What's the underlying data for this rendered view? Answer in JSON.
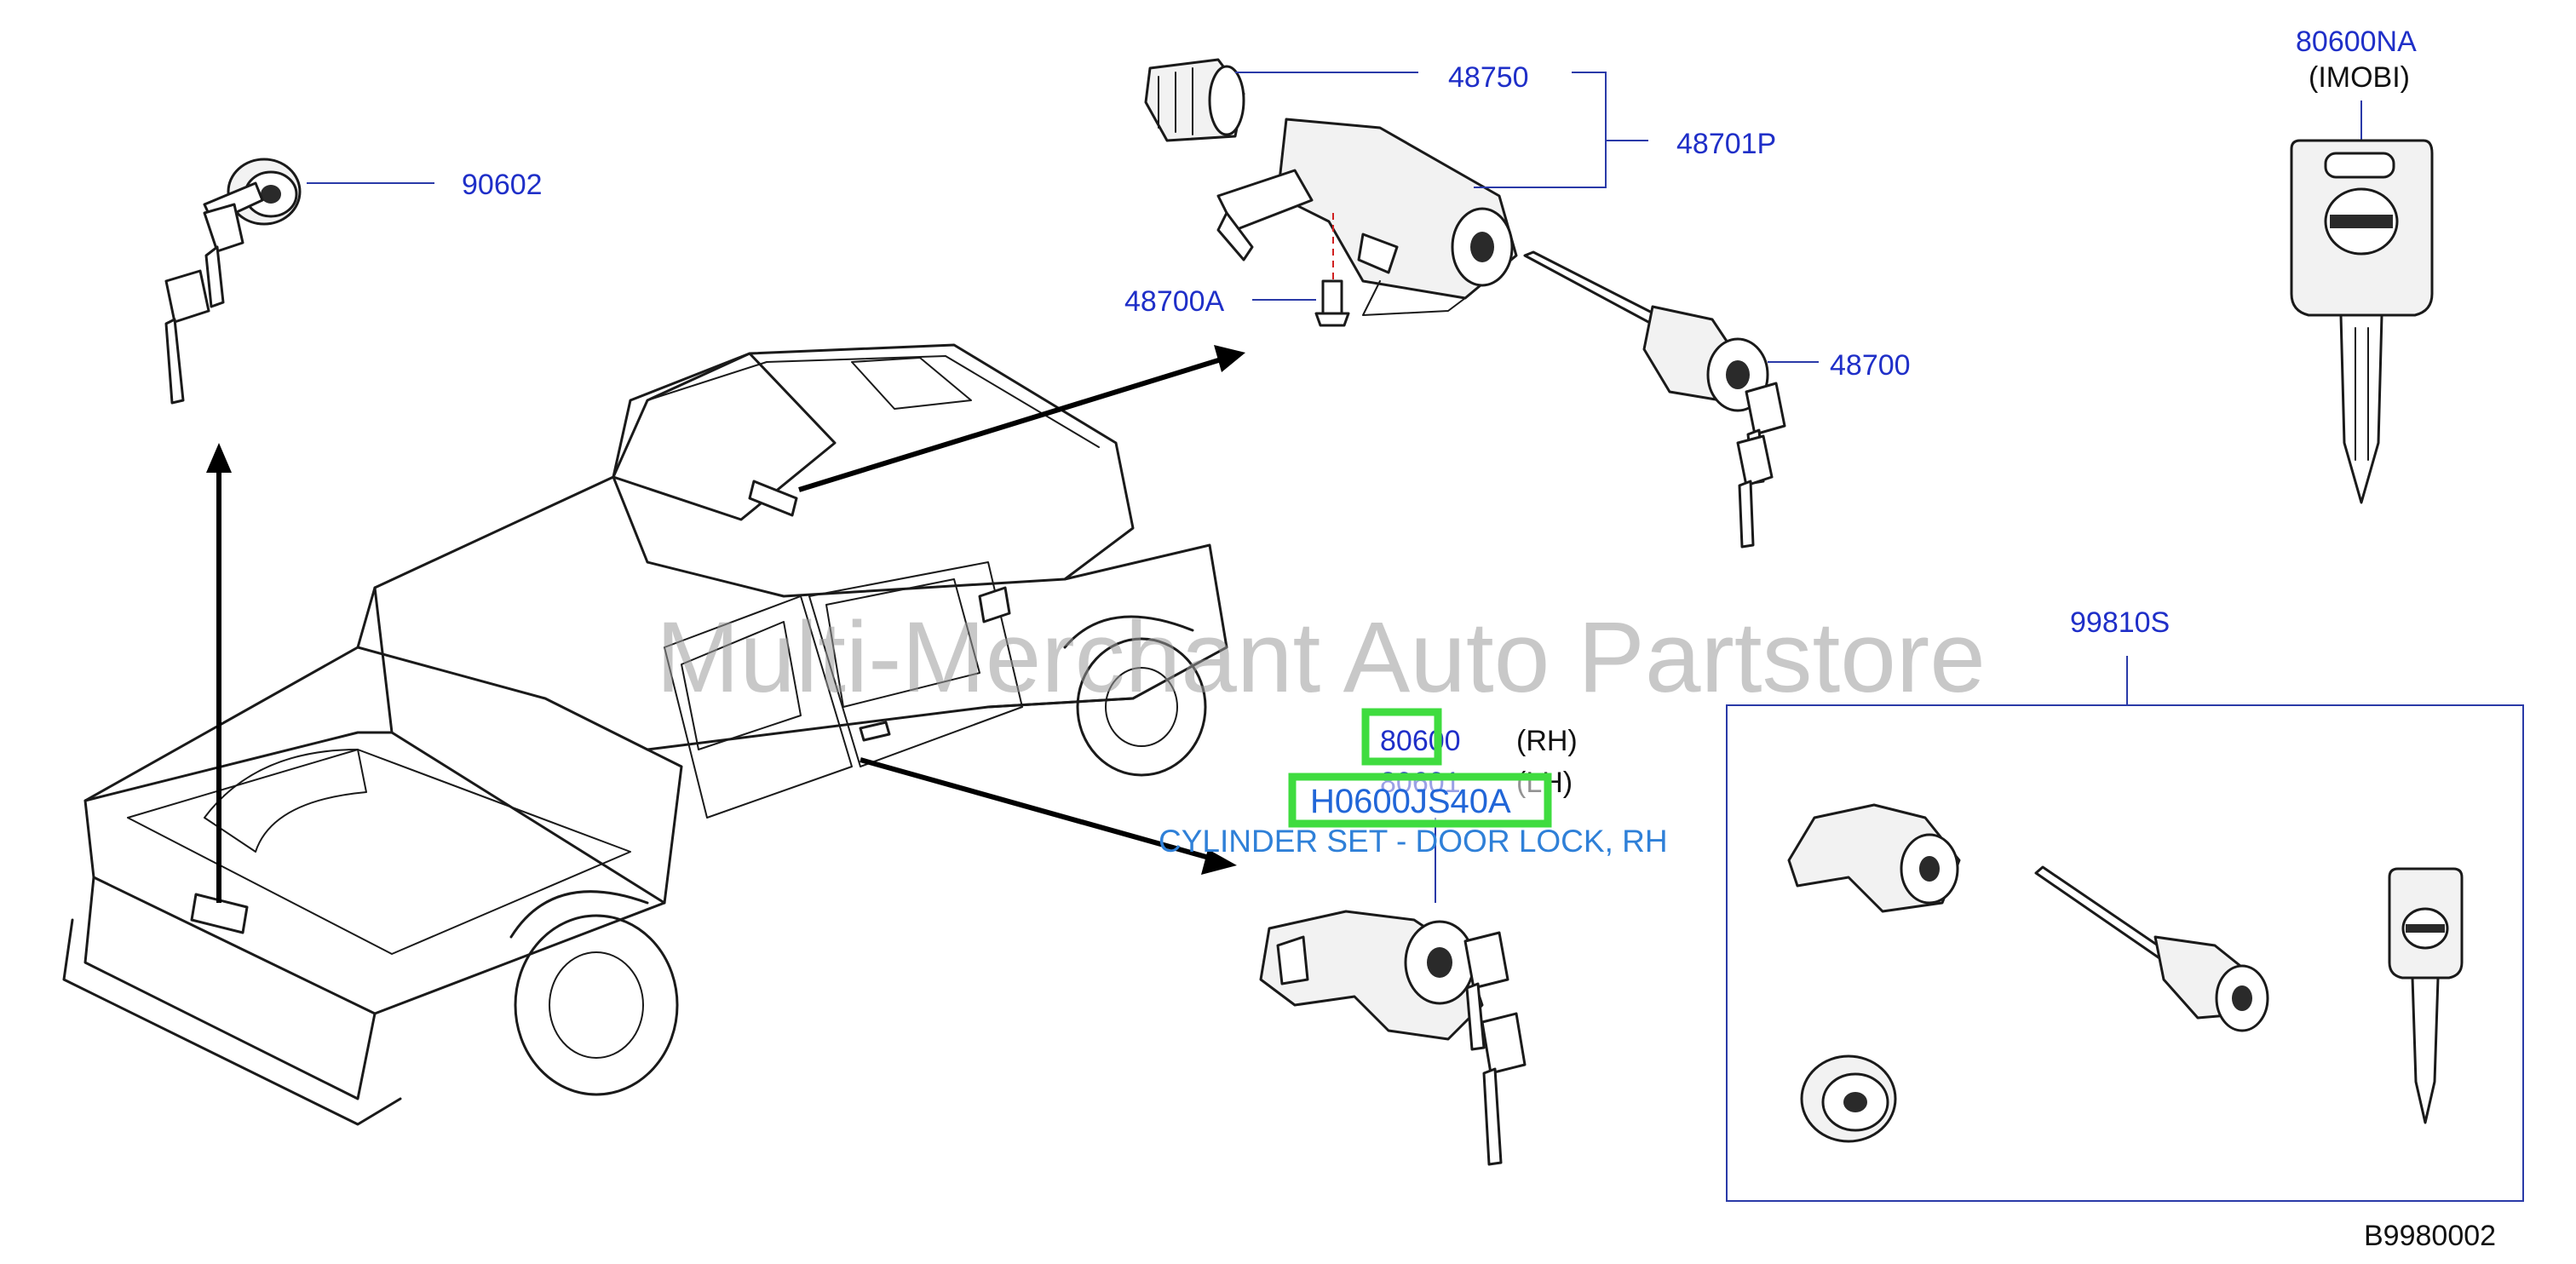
{
  "callouts": {
    "p48750": "48750",
    "p48701P": "48701P",
    "p48700A": "48700A",
    "p48700": "48700",
    "p90602": "90602",
    "p80600NA": "80600NA",
    "imobi": "(IMOBI)",
    "p99810S": "99810S",
    "p80600": "80600",
    "rh": "(RH)",
    "p80601": "80601",
    "lh": "(LH)"
  },
  "highlight": {
    "part_number": "H0600JS40A",
    "description": "CYLINDER SET - DOOR LOCK, RH"
  },
  "watermark": "Multi-Merchant Auto Partstore",
  "diagram_id": "B9980002",
  "colors": {
    "callout_blue": "#1f2fc8",
    "highlight_green": "#3fdc3f",
    "description_blue": "#2f80d8",
    "watermark_gray": "#9a9a9a"
  },
  "icons": [
    "key-icon",
    "key-fob-icon",
    "lock-cylinder-icon",
    "ignition-switch-icon",
    "pickup-truck-icon"
  ]
}
